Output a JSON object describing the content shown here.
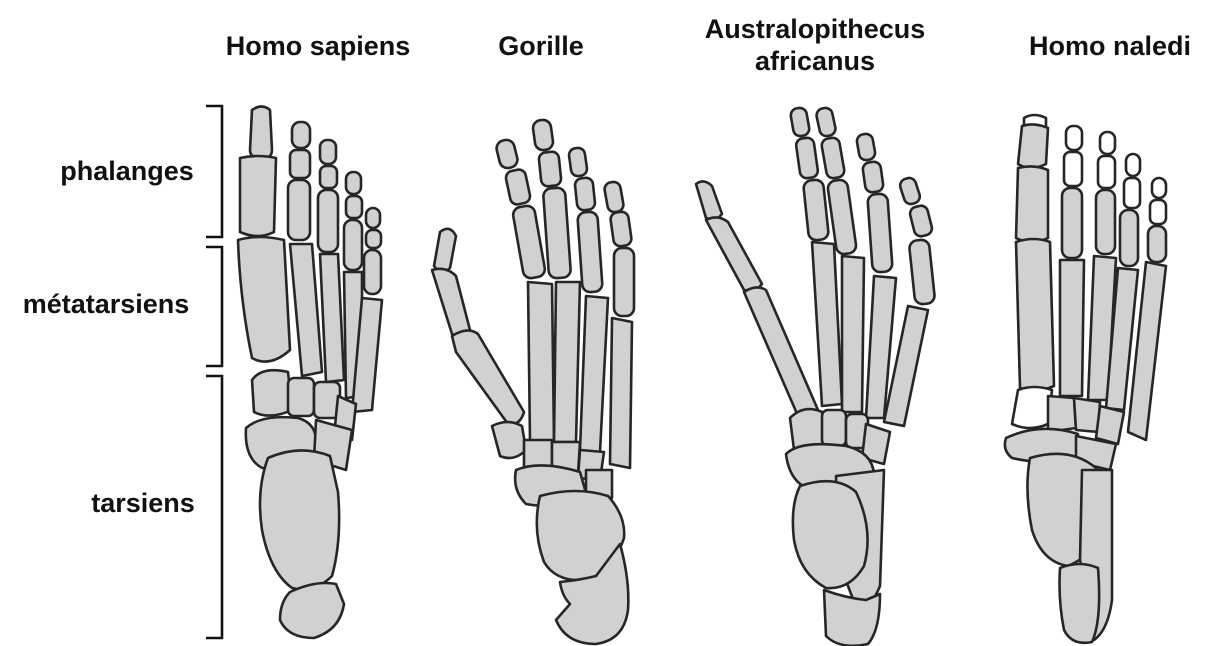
{
  "titles": {
    "homo_sapiens": "Homo sapiens",
    "gorilla": "Gorille",
    "australopithecus_line1": "Australopithecus",
    "australopithecus_line2": "africanus",
    "homo_naledi": "Homo naledi"
  },
  "regions": {
    "phalanges": "phalanges",
    "metatarsals": "métatarsiens",
    "tarsals": "tarsiens"
  },
  "colors": {
    "bone": "#d1d1d1",
    "outline": "#262626",
    "missing_bone": "#ffffff"
  }
}
